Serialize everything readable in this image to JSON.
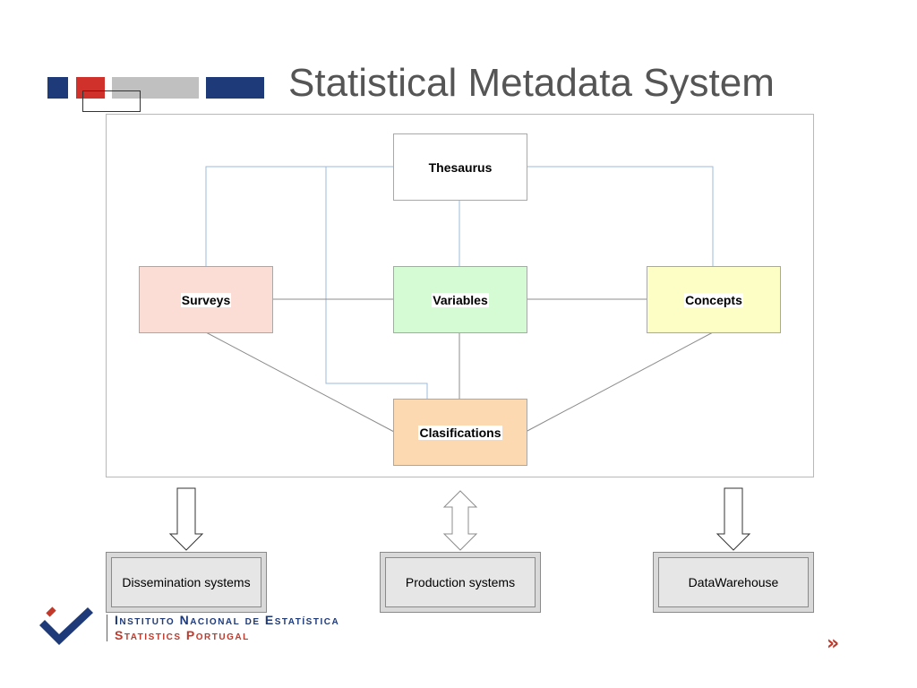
{
  "slide": {
    "title": "Statistical Metadata System"
  },
  "diagram": {
    "nodes": {
      "thesaurus": {
        "label": "Thesaurus",
        "color": "#ffffff"
      },
      "surveys": {
        "label": "Surveys",
        "color": "#fcddd6"
      },
      "variables": {
        "label": "Variables",
        "color": "#d5fbd5"
      },
      "concepts": {
        "label": "Concepts",
        "color": "#fdfdc6"
      },
      "clasifications": {
        "label": "Clasifications",
        "color": "#fdd9b2"
      }
    }
  },
  "systems": {
    "dissemination": "Dissemination systems",
    "production": "Production systems",
    "datawarehouse": "DataWarehouse"
  },
  "logo": {
    "line1": "Instituto Nacional de Estatística",
    "line2": "Statistics Portugal"
  },
  "nav": {
    "next_symbol": "»"
  },
  "colors": {
    "brand_blue": "#1e3a78",
    "brand_red": "#c0392b",
    "connector_blue": "#9dbbdc"
  }
}
